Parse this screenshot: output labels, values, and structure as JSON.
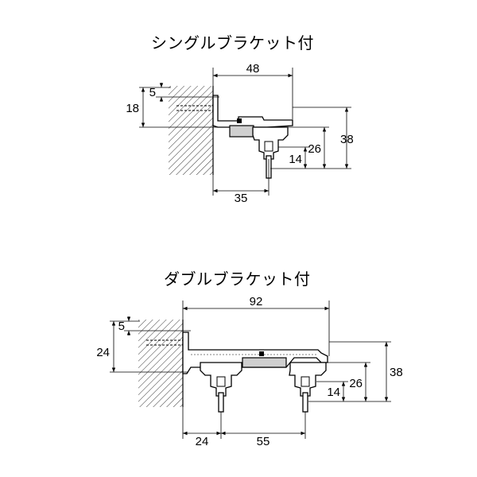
{
  "titles": {
    "single": "シングルブラケット付",
    "double": "ダブルブラケット付"
  },
  "single": {
    "dims": {
      "d5": "5",
      "d18": "18",
      "d48": "48",
      "d38": "38",
      "d26": "26",
      "d14": "14",
      "d35": "35"
    }
  },
  "double": {
    "dims": {
      "d5": "5",
      "d24": "24",
      "d92": "92",
      "d38": "38",
      "d26": "26",
      "d14": "14",
      "d24b": "24",
      "d55": "55"
    }
  }
}
